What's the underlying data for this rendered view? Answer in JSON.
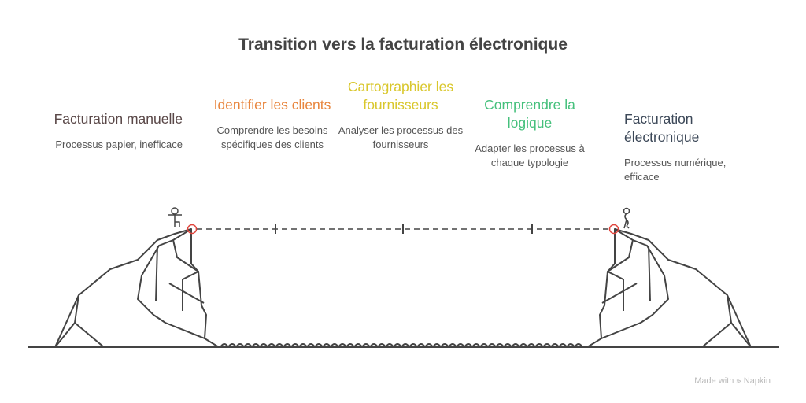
{
  "title": "Transition vers la facturation électronique",
  "steps": [
    {
      "title": "Facturation manuelle",
      "desc": "Processus papier, inefficace",
      "color": "#5a4848"
    },
    {
      "title": "Identifier les clients",
      "desc": "Comprendre les besoins spécifiques des clients",
      "color": "#e8853d"
    },
    {
      "title": "Cartographier les fournisseurs",
      "desc": "Analyser les processus des fournisseurs",
      "color": "#d9c72c"
    },
    {
      "title": "Comprendre la logique",
      "desc": "Adapter les processus à chaque typologie",
      "color": "#45c07c"
    },
    {
      "title": "Facturation électronique",
      "desc": "Processus numérique, efficace",
      "color": "#3c4858"
    }
  ],
  "footer": {
    "made_with": "Made with",
    "brand": "Napkin"
  }
}
